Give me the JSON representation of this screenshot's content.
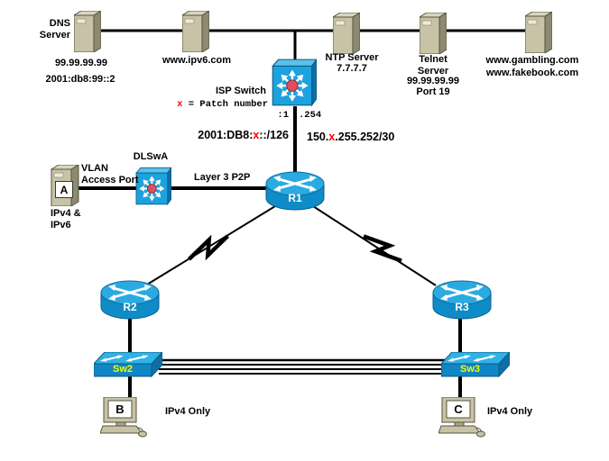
{
  "diagram_title": "Network topology with ISP switch, routers R1-R3 and LAN switches",
  "colors": {
    "cisco_blue": "#1ea7e0",
    "cisco_blue_dark": "#0f86c2",
    "server_tan": "#c8c3a6",
    "patch_x_red": "#ff0000",
    "switch_center_dot": "#db4f5e",
    "switch_label_yellow": "#efff00"
  },
  "nodes": {
    "dns_server": {
      "title": "DNS\nServer",
      "ipv4": "99.99.99.99",
      "ipv6": "2001:db8:99::2"
    },
    "ipv6_web_server": {
      "title": "www.ipv6.com"
    },
    "ntp_server": {
      "title": "NTP Server",
      "ip": "7.7.7.7"
    },
    "telnet_server": {
      "title": "Telnet\nServer",
      "ip": "99.99.99.99",
      "port": "Port 19"
    },
    "web_server": {
      "site1": "www.gambling.com",
      "site2": "www.fakebook.com"
    },
    "isp_switch": {
      "title": "ISP Switch",
      "port_left": ":1",
      "port_right": ".254"
    },
    "dlswa_switch": {
      "title": "DLSwA"
    },
    "host_a": {
      "letter": "A",
      "caption": "IPv4 &\nIPv6"
    },
    "r1": {
      "label": "R1"
    },
    "r2": {
      "label": "R2"
    },
    "r3": {
      "label": "R3"
    },
    "sw2": {
      "label": "Sw2"
    },
    "sw3": {
      "label": "Sw3"
    },
    "host_b": {
      "letter": "B",
      "caption": "IPv4 Only"
    },
    "host_c": {
      "letter": "C",
      "caption": "IPv4 Only"
    }
  },
  "annotations": {
    "legend": {
      "x": "x",
      "rest": " = Patch number"
    },
    "ipv6_subnet": {
      "prefix": "2001:DB8:",
      "x": "x",
      "suffix": "::/126"
    },
    "ipv4_subnet": {
      "prefix": "150.",
      "x": "x",
      "suffix": ".255.252/30"
    },
    "vlan_access": "VLAN\nAccess Port",
    "layer3_p2p": "Layer 3 P2P"
  }
}
